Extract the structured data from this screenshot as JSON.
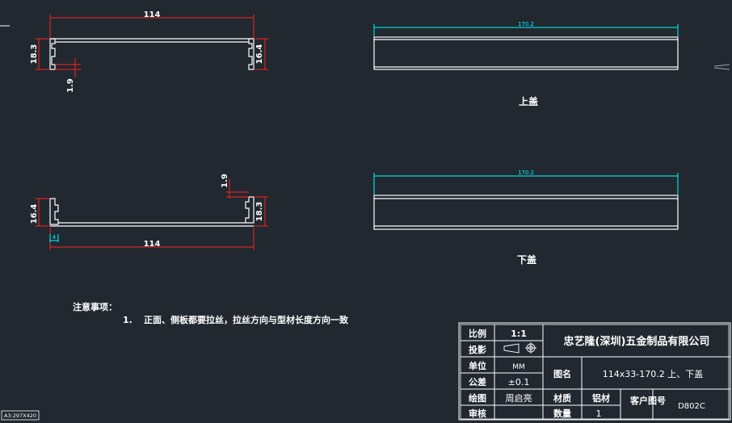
{
  "views": {
    "top_front": {
      "width": "114",
      "left_height": "18.3",
      "right_height": "16.4",
      "lip": "1.9"
    },
    "bottom_front": {
      "width": "114",
      "left_height": "16.4",
      "right_height": "18.3",
      "lip": "1.9",
      "small": "4"
    },
    "top_side": {
      "length": "170.2",
      "label": "上盖"
    },
    "bottom_side": {
      "length": "170.2",
      "label": "下盖"
    }
  },
  "notes": {
    "title": "注意事项：",
    "item_number": "1.",
    "item_text": "正面、侧板都要拉丝，拉丝方向与型材长度方向一致"
  },
  "title_block": {
    "scale_label": "比例",
    "scale_value": "1:1",
    "projection_label": "投影",
    "unit_label": "单位",
    "unit_value": "MM",
    "tolerance_label": "公差",
    "tolerance_value": "±0.1",
    "drawn_label": "绘图",
    "drawn_value": "周启亮",
    "checked_label": "审核",
    "company": "忠艺隆(深圳)五金制品有限公司",
    "drawing_name_label": "图名",
    "drawing_name_value": "114x33-170.2  上、下盖",
    "material_label": "材质",
    "material_value": "铝材",
    "quantity_label": "数量",
    "quantity_value": "1",
    "customer_label": "客户图号",
    "customer_value": "D802C"
  },
  "sheet_size": "A3:297X420",
  "colors": {
    "background": "#212830",
    "lines": "#ffffff",
    "dimensions": "#ff0000",
    "side_dims": "#00ffff"
  }
}
